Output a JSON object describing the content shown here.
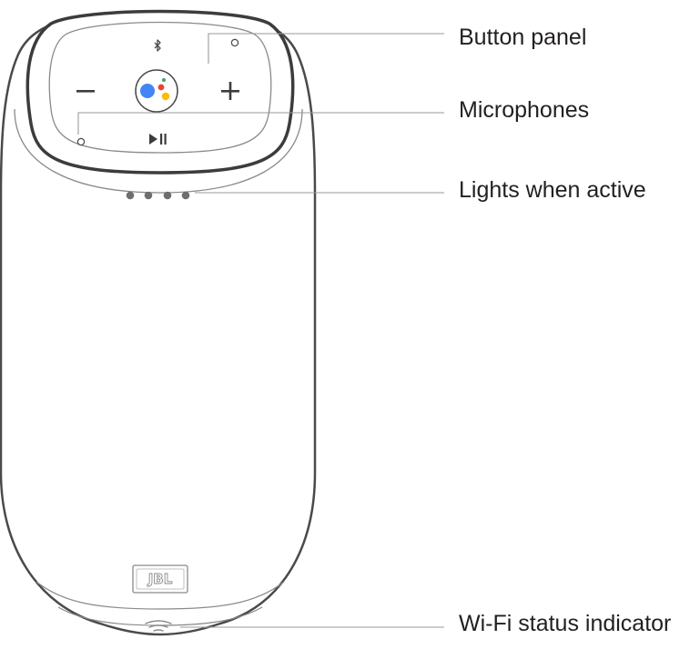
{
  "callouts": {
    "button_panel": "Button panel",
    "microphones": "Microphones",
    "lights_when_active": "Lights when active",
    "wifi_status_indicator": "Wi-Fi status indicator"
  },
  "speaker": {
    "logo_text": "JBL"
  },
  "colors": {
    "outline": "#4a4a4a",
    "thin_line": "#8a8a8a",
    "leader_line": "#9a9a9a",
    "assistant_blue": "#4285F4",
    "assistant_red": "#EA4335",
    "assistant_yellow": "#FBBC05",
    "assistant_green": "#34A853",
    "light_dots": "#6d6e71"
  },
  "icons": {
    "top": "bluetooth-icon",
    "left": "minus-icon",
    "right": "plus-icon",
    "bottom": "play-pause-icon",
    "center": "google-assistant-icon",
    "base": "wifi-icon"
  }
}
